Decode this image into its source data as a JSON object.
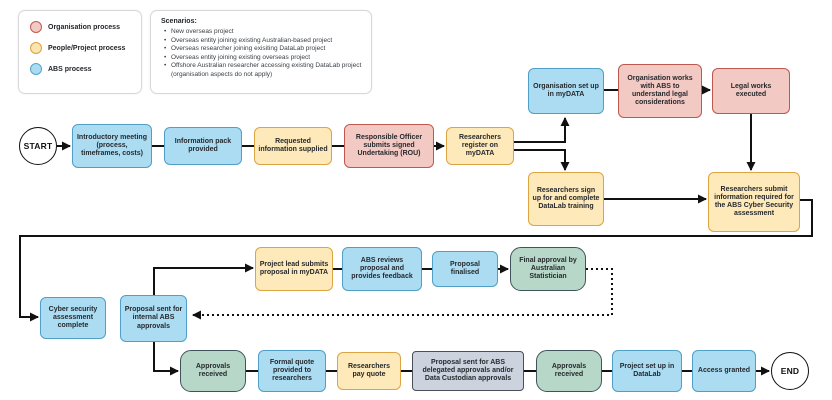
{
  "legend": {
    "items": [
      {
        "label": "Organisation process",
        "color": "#f3c9c3",
        "border": "#c05a50"
      },
      {
        "label": "People/Project process",
        "color": "#fbe4ae",
        "border": "#d9a23f"
      },
      {
        "label": "ABS process",
        "color": "#a9dcf2",
        "border": "#54a5c9"
      }
    ]
  },
  "scenarios": {
    "title": "Scenarios:",
    "items": [
      "New overseas project",
      "Overseas entity joining existing Australian-based project",
      "Overseas researcher joining exisiting DataLab project",
      "Overseas entity joining existing overseas project",
      "Offshore Australian researcher accessing existing DataLab project (organisation aspects do not apply)"
    ]
  },
  "terminals": {
    "start": "START",
    "end": "END"
  },
  "nodes": {
    "intro_meeting": {
      "label": "Introductory meeting (process, timeframes, costs)"
    },
    "info_pack": {
      "label": "Information pack provided"
    },
    "requested_info": {
      "label": "Requested information supplied"
    },
    "rou": {
      "label": "Responsible Officer submits signed Undertaking (ROU)"
    },
    "register_mydata": {
      "label": "Researchers register on myDATA"
    },
    "org_setup": {
      "label": "Organisation set up in myDATA"
    },
    "org_legal": {
      "label": "Organisation works with ABS to understand legal considerations"
    },
    "legal_works": {
      "label": "Legal works executed"
    },
    "datalab_training": {
      "label": "Researchers sign up for and complete DataLab training"
    },
    "cyber_submit": {
      "label": "Researchers submit information required for the ABS Cyber Security assessment"
    },
    "cyber_complete": {
      "label": "Cyber security assessment complete"
    },
    "proposal_internal": {
      "label": "Proposal sent for internal ABS approvals"
    },
    "project_lead": {
      "label": "Project lead submits proposal in myDATA"
    },
    "abs_reviews": {
      "label": "ABS reviews proposal and provides feedback"
    },
    "proposal_finalised": {
      "label": "Proposal finalised"
    },
    "final_approval": {
      "label": "Final approval by Australian Statistician"
    },
    "approvals_received_1": {
      "label": "Approvals received"
    },
    "formal_quote": {
      "label": "Formal quote provided to researchers"
    },
    "pay_quote": {
      "label": "Researchers pay quote"
    },
    "delegated_approvals": {
      "label": "Proposal sent for ABS delegated approvals and/or Data Custodian approvals"
    },
    "approvals_received_2": {
      "label": "Approvals received"
    },
    "project_setup": {
      "label": "Project set up in DataLab"
    },
    "access_granted": {
      "label": "Access granted"
    }
  },
  "edges": [
    {
      "from": "start",
      "to": "intro_meeting",
      "arrow": true
    },
    {
      "from": "intro_meeting",
      "to": "info_pack"
    },
    {
      "from": "info_pack",
      "to": "requested_info"
    },
    {
      "from": "requested_info",
      "to": "rou"
    },
    {
      "from": "rou",
      "to": "register_mydata",
      "arrow": true
    },
    {
      "from": "register_mydata",
      "to": "org_setup",
      "arrow": true
    },
    {
      "from": "register_mydata",
      "to": "datalab_training",
      "arrow": true
    },
    {
      "from": "org_setup",
      "to": "org_legal"
    },
    {
      "from": "org_legal",
      "to": "legal_works",
      "arrow": true
    },
    {
      "from": "legal_works",
      "to": "cyber_submit",
      "arrow": true
    },
    {
      "from": "datalab_training",
      "to": "cyber_submit",
      "arrow": true
    },
    {
      "from": "cyber_submit",
      "to": "cyber_complete",
      "arrow": true
    },
    {
      "from": "proposal_internal",
      "to": "project_lead",
      "arrow": true
    },
    {
      "from": "project_lead",
      "to": "abs_reviews"
    },
    {
      "from": "abs_reviews",
      "to": "proposal_finalised"
    },
    {
      "from": "proposal_finalised",
      "to": "final_approval",
      "arrow": true
    },
    {
      "from": "final_approval",
      "to": "proposal_internal",
      "arrow": true,
      "style": "dotted"
    },
    {
      "from": "proposal_internal",
      "to": "approvals_received_1",
      "arrow": true
    },
    {
      "from": "approvals_received_1",
      "to": "formal_quote"
    },
    {
      "from": "formal_quote",
      "to": "pay_quote"
    },
    {
      "from": "pay_quote",
      "to": "delegated_approvals"
    },
    {
      "from": "delegated_approvals",
      "to": "approvals_received_2"
    },
    {
      "from": "approvals_received_2",
      "to": "project_setup"
    },
    {
      "from": "project_setup",
      "to": "access_granted"
    },
    {
      "from": "access_granted",
      "to": "end",
      "arrow": true
    }
  ]
}
